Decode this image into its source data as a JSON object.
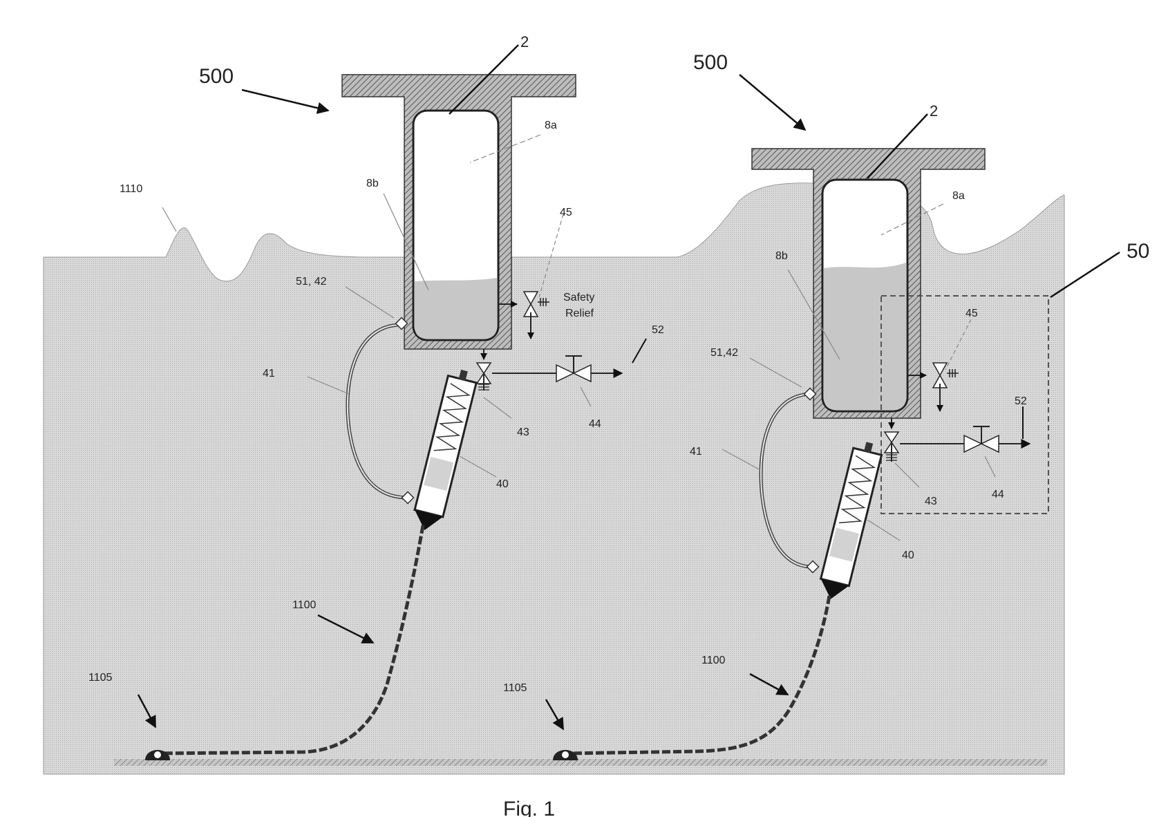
{
  "figure": {
    "caption": "Fig. 1",
    "colors": {
      "sea": "#d4d4d4",
      "structure": "#8a8a8a",
      "liquid": "#c9c9c9",
      "line": "#222222",
      "mooring": "#333333"
    }
  },
  "left_unit": {
    "ref_500": "500",
    "ref_2": "2",
    "ref_8a": "8a",
    "ref_8b": "8b",
    "ref_1110": "1110",
    "ref_51_42": "51, 42",
    "ref_45": "45",
    "safety_relief_line1": "Safety",
    "safety_relief_line2": "Relief",
    "ref_52": "52",
    "ref_41": "41",
    "ref_43": "43",
    "ref_44": "44",
    "ref_40": "40",
    "ref_1100": "1100",
    "ref_1105": "1105"
  },
  "right_unit": {
    "ref_500": "500",
    "ref_2": "2",
    "ref_8a": "8a",
    "ref_8b": "8b",
    "ref_50": "50",
    "ref_45": "45",
    "ref_51_42": "51,42",
    "ref_52": "52",
    "ref_41": "41",
    "ref_43": "43",
    "ref_44": "44",
    "ref_40": "40",
    "ref_1100": "1100",
    "ref_1105": "1105"
  }
}
